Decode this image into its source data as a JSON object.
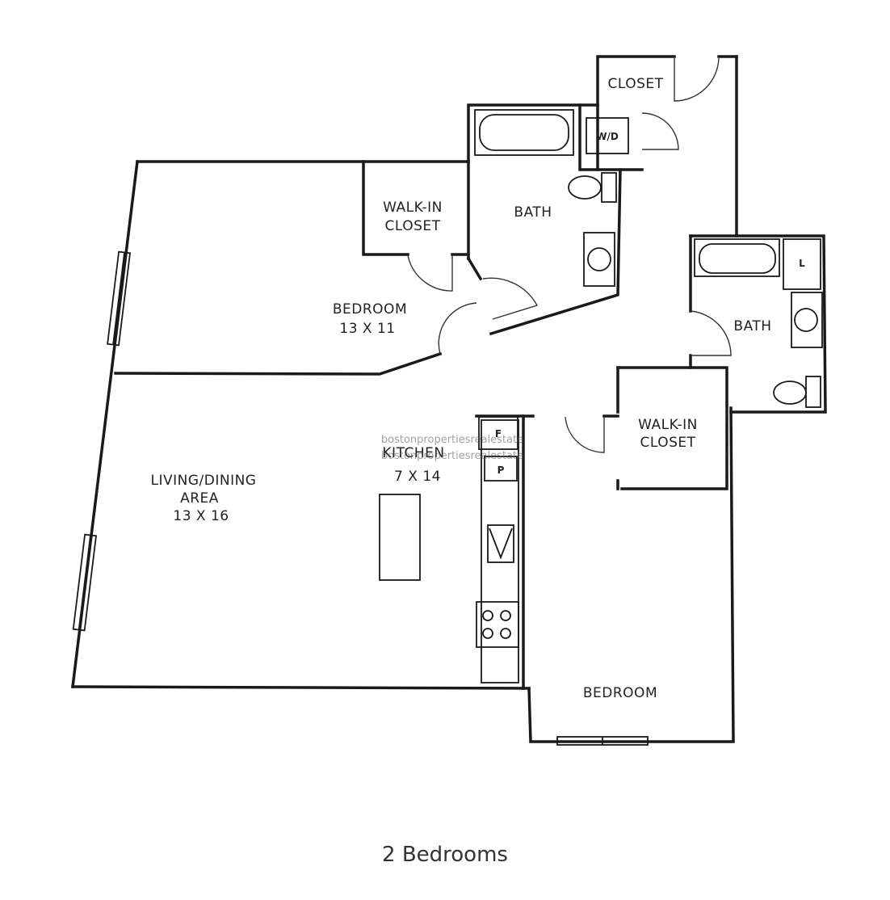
{
  "caption": "2 Bedrooms",
  "rooms": {
    "closet_top": "CLOSET",
    "wd": "W/D",
    "walkin_1": [
      "WALK-IN",
      "CLOSET"
    ],
    "bath_1": "BATH",
    "bedroom_1": [
      "BEDROOM",
      "13 X 11"
    ],
    "bath_2": "BATH",
    "walkin_2": [
      "WALK-IN",
      "CLOSET"
    ],
    "kitchen": [
      "KITCHEN",
      "7 X 14"
    ],
    "living": [
      "LIVING/DINING",
      "AREA",
      "13 X 16"
    ],
    "bedroom_2": "BEDROOM"
  },
  "fixtures": {
    "fridge": "F",
    "pantry": "P",
    "linen": "L"
  },
  "watermark": [
    "bostonpropertiesrealestate",
    "bostonpropertiesrealestate"
  ]
}
